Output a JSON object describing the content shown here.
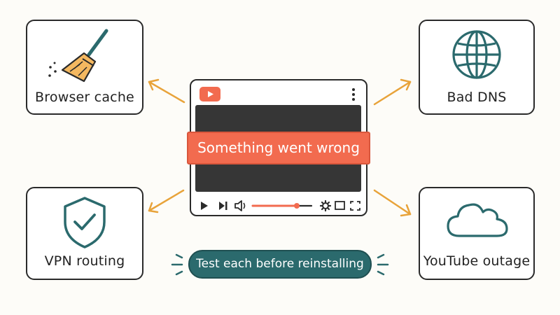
{
  "causes": {
    "browser_cache": {
      "label": "Browser cache",
      "icon": "broom-icon"
    },
    "bad_dns": {
      "label": "Bad DNS",
      "icon": "globe-icon"
    },
    "vpn_routing": {
      "label": "VPN routing",
      "icon": "shield-check-icon"
    },
    "youtube_outage": {
      "label": "YouTube outage",
      "icon": "cloud-icon"
    }
  },
  "player": {
    "error_message": "Something went wrong",
    "logo_icon": "youtube-logo-icon",
    "controls": [
      "play-icon",
      "skip-next-icon",
      "volume-icon",
      "settings-icon",
      "miniplayer-icon",
      "fullscreen-icon"
    ],
    "progress": 0.75
  },
  "tip": {
    "text": "Test each before reinstalling"
  },
  "colors": {
    "accent": "#f26b4f",
    "arrow": "#e8a33a",
    "teal": "#2b6a6d",
    "ink": "#2a2a2a"
  }
}
